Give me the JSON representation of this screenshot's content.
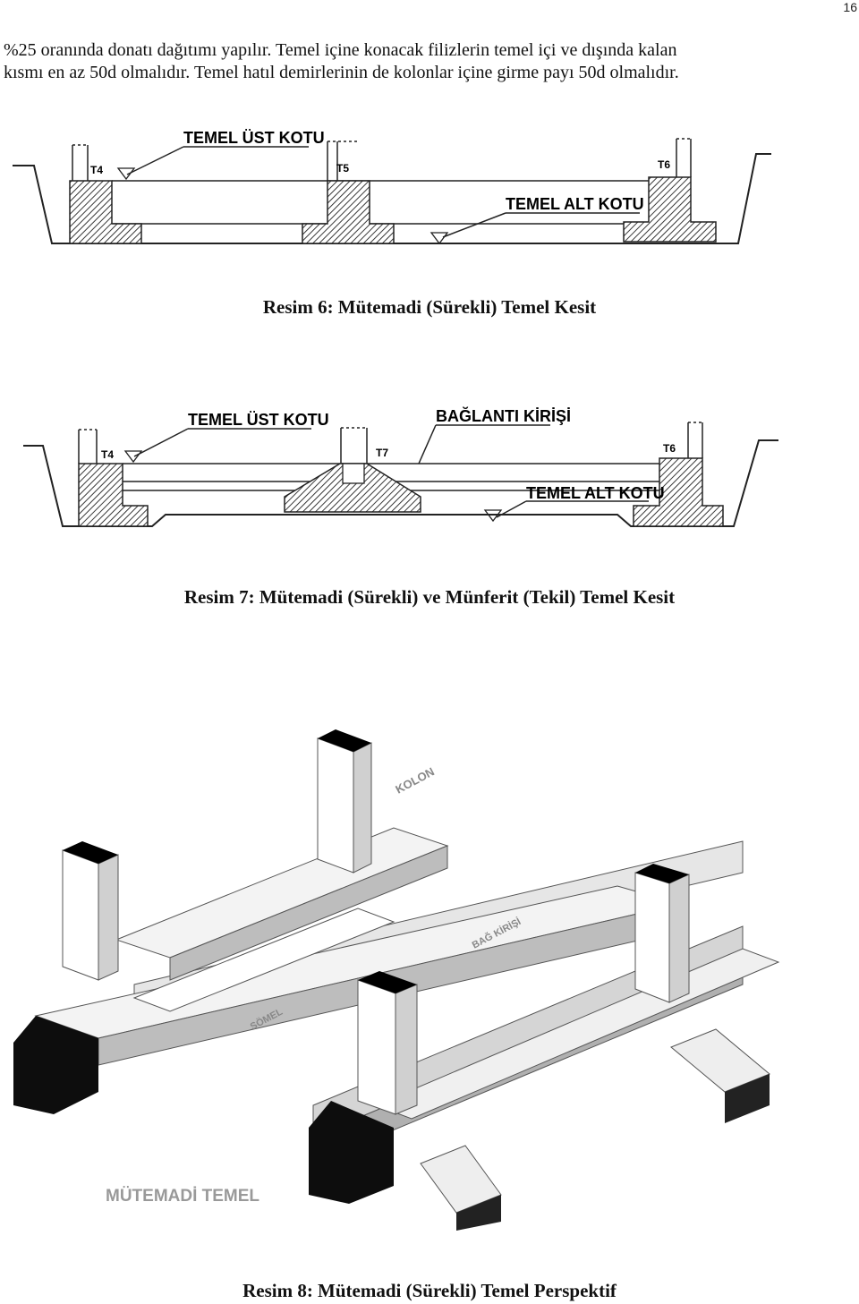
{
  "page_number": "16",
  "paragraph": {
    "line1": "%25 oranında donatı dağıtımı yapılır. Temel içine konacak filizlerin temel içi ve dışında kalan",
    "line2": "kısmı en az 50d olmalıdır. Temel hatıl demirlerinin de kolonlar içine girme payı 50d olmalıdır."
  },
  "figure6": {
    "label_top": "TEMEL ÜST KOTU",
    "label_bottom": "TEMEL ALT KOTU",
    "col_left": "T4",
    "col_mid": "T5",
    "col_right": "T6",
    "caption": "Resim 6: Mütemadi (Sürekli) Temel Kesit"
  },
  "figure7": {
    "label_top": "TEMEL ÜST KOTU",
    "label_beam": "BAĞLANTI KİRİŞİ",
    "label_bottom": "TEMEL ALT KOTU",
    "col_left": "T4",
    "col_mid": "T7",
    "col_right": "T6",
    "caption": "Resim 7: Mütemadi (Sürekli) ve Münferit (Tekil) Temel Kesit"
  },
  "figure8": {
    "label_kolon": "KOLON",
    "label_bag": "BAĞ KİRİŞİ",
    "label_somel": "SÖMEL",
    "title": "MÜTEMADİ TEMEL",
    "caption": "Resim 8: Mütemadi (Sürekli) Temel Perspektif"
  }
}
